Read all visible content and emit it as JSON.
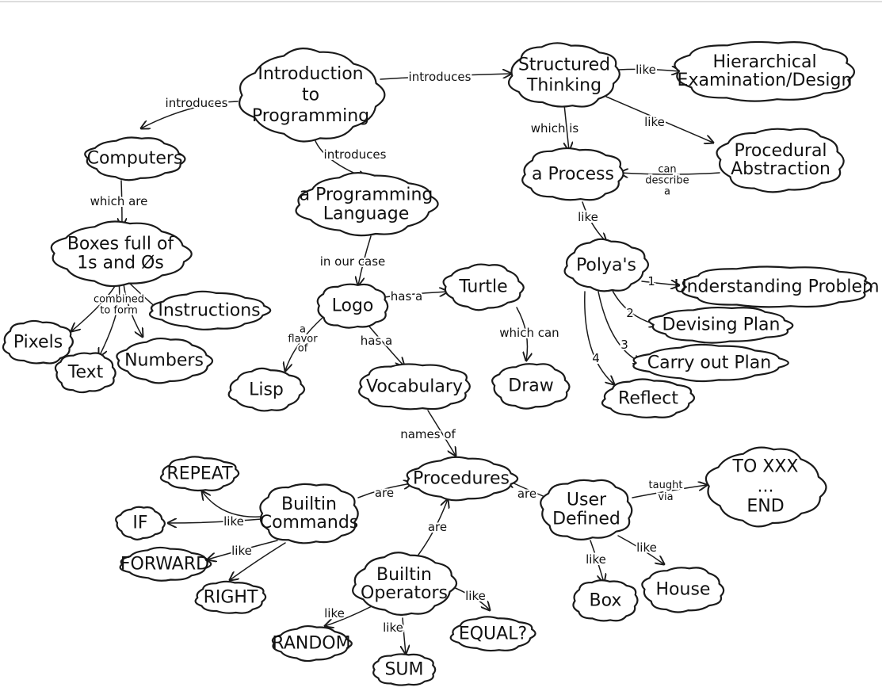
{
  "nodes": {
    "intro": [
      "Introduction",
      "to",
      "Programming"
    ],
    "structured": [
      "Structured",
      "Thinking"
    ],
    "hierarchical": [
      "Hierarchical",
      "Examination/Design"
    ],
    "computers": [
      "Computers"
    ],
    "proglang": [
      "a Programming",
      "Language"
    ],
    "process": [
      "a Process"
    ],
    "procabs": [
      "Procedural",
      "Abstraction"
    ],
    "boxes": [
      "Boxes full of",
      "1s and Øs"
    ],
    "polyas": [
      "Polya's"
    ],
    "understanding": [
      "Understanding Problem"
    ],
    "devising": [
      "Devising Plan"
    ],
    "carryout": [
      "Carry out Plan"
    ],
    "reflect": [
      "Reflect"
    ],
    "logo": [
      "Logo"
    ],
    "turtle": [
      "Turtle"
    ],
    "instructions": [
      "Instructions"
    ],
    "pixels": [
      "Pixels"
    ],
    "text": [
      "Text"
    ],
    "numbers": [
      "Numbers"
    ],
    "lisp": [
      "Lisp"
    ],
    "vocabulary": [
      "Vocabulary"
    ],
    "draw": [
      "Draw"
    ],
    "procedures": [
      "Procedures"
    ],
    "repeat": [
      "REPEAT"
    ],
    "builtin_commands": [
      "Builtin",
      "Commands"
    ],
    "if": [
      "IF"
    ],
    "forward": [
      "FORWARD"
    ],
    "right": [
      "RIGHT"
    ],
    "user_defined": [
      "User",
      "Defined"
    ],
    "toxxx": [
      "TO XXX",
      "...",
      "END"
    ],
    "builtin_operators": [
      "Builtin",
      "Operators"
    ],
    "box": [
      "Box"
    ],
    "house": [
      "House"
    ],
    "random": [
      "RANDOM"
    ],
    "equal": [
      "EQUAL?"
    ],
    "sum": [
      "SUM"
    ]
  },
  "edges": {
    "intro_computers": [
      "introduces"
    ],
    "intro_structured": [
      "introduces"
    ],
    "intro_proglang": [
      "introduces"
    ],
    "structured_hier": [
      "like"
    ],
    "structured_procabs": [
      "like"
    ],
    "structured_process": [
      "which is"
    ],
    "procabs_process": [
      "can",
      "describe",
      "a"
    ],
    "process_polyas": [
      "like"
    ],
    "computers_boxes": [
      "which are"
    ],
    "boxes_combined": [
      "combined",
      "to form"
    ],
    "proglang_logo": [
      "in our case"
    ],
    "logo_turtle": [
      "has a"
    ],
    "logo_lisp": [
      "a",
      "flavor",
      "of"
    ],
    "logo_vocab": [
      "has a"
    ],
    "turtle_draw": [
      "which can"
    ],
    "polyas_1": [
      "1"
    ],
    "polyas_2": [
      "2"
    ],
    "polyas_3": [
      "3"
    ],
    "polyas_4": [
      "4"
    ],
    "vocab_procedures": [
      "names of"
    ],
    "bc_procedures": [
      "are"
    ],
    "ud_procedures": [
      "are"
    ],
    "bo_procedures": [
      "are"
    ],
    "bc_like_top": [
      "like"
    ],
    "bc_like_bottom": [
      "like"
    ],
    "ud_taught": [
      "taught",
      "via"
    ],
    "ud_like_box": [
      "like"
    ],
    "ud_like_house": [
      "like"
    ],
    "bo_like_random": [
      "like"
    ],
    "bo_like_sum": [
      "like"
    ],
    "bo_like_equal": [
      "like"
    ]
  }
}
